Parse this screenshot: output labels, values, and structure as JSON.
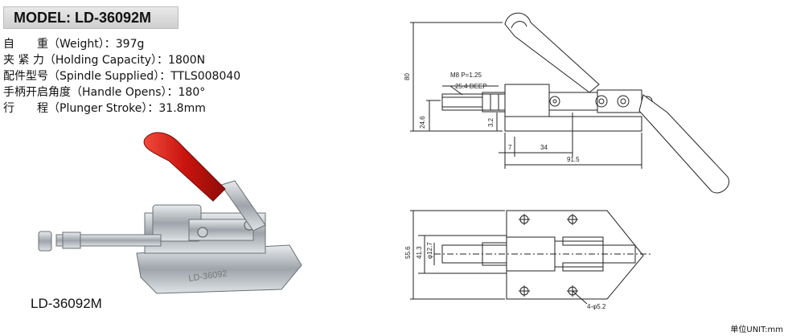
{
  "model_title": "MODEL: LD-36092M",
  "specs": [
    "自　　重（Weight）：397g",
    "夹 紧 力（Holding Capacity）：1800N",
    "配件型号（Spindle Supplied）：TTLS008040",
    "手柄开启角度（Handle Opens）：180°",
    "行　　程（Plunger Stroke）：31.8mm"
  ],
  "photo_caption": "LD-36092M",
  "unit_label": "单位UNIT:mm",
  "drawing_labels": {
    "thread": "M8 P=1.25",
    "deep": "25.4 DEEP",
    "height_80": "80",
    "dim_24_6": "24.6",
    "dim_3_2": "3.2",
    "dim_7": "7",
    "dim_34": "34",
    "dim_91_5": "91.5",
    "dim_55_6": "55.6",
    "dim_41_3": "41.3",
    "dim_12_7": "φ12.7",
    "hole": "4-φ5.2"
  },
  "colors": {
    "handle_red": "#d6221c",
    "metal": "#b9bec4",
    "line": "#222222"
  }
}
